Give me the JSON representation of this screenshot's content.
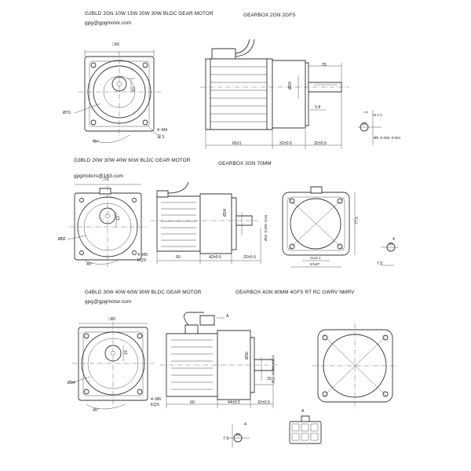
{
  "sections": [
    {
      "motor_title": "G2BLD 2GN 10W 15W 20W 30W  BLDC GEAR MOTOR",
      "email": "gpg@gpgmotor.com",
      "gearbox_title": "GEARBOX 2GN 2GFS",
      "dims": {
        "flange": "□60",
        "bolt_circle": "Ø70",
        "hole_note_1": "4−M4",
        "hole_note_2": "深 5",
        "angle": "45°",
        "shaft_h": "10",
        "shaft_len": "25",
        "key_w": "3.8",
        "shaft_dia": "Ø24",
        "len_motor": "60±1",
        "len_gear1": "32±0.5",
        "len_gear2": "32±0.5",
        "key_note": "3",
        "key_tol": "+0.1 0",
        "shaft_tol": "Ø8 -0.009 -0.024"
      }
    },
    {
      "motor_title": "G3BLD 20W 30W 40W 60W BLDC GEAR MOTOR",
      "email": "gpgmotors@163.com",
      "gearbox_title": "GEARBOX 3GN 70MM",
      "dims": {
        "flange": "□70",
        "bolt_circle": "Ø82",
        "hole_note": "4−M5",
        "hole_depth": "EQS",
        "angle": "45°",
        "shaft_h": "12",
        "shaft_dia": "Ø24",
        "shaft_dia2": "Ø10 -0.008 -0.03",
        "len_motor": "60",
        "len_gear1": "42±0.5",
        "len_gear2": "32±0.5",
        "side_a": "41±4.1",
        "side_b": "57±87",
        "side_h": "77.5",
        "key_w": "7.5",
        "key_note": "4"
      }
    },
    {
      "motor_title": "G4BLD 30W 40W 60W 90W BLDC GEAR MOTOR",
      "email": "gpg@gpgmotor.com",
      "gearbox_title": "GEARBOX 4GN 80MM 4GFS RT RC GWRV NMRV",
      "dims": {
        "flange": "□80",
        "bolt_circle": "Ø94",
        "hole_note": "4−M6",
        "hole_depth": "EQS",
        "angle": "45°",
        "shaft_h": "15",
        "shaft_dia": "Ø30",
        "shaft_dia2": "Ø12 -0.008 -0.024",
        "len_motor": "60",
        "len_gear1": "44±0.5",
        "len_gear2": "32±0.5",
        "shaft_len": "25",
        "key_note": "4",
        "key_w": "7.5",
        "view_label": "A"
      }
    }
  ]
}
